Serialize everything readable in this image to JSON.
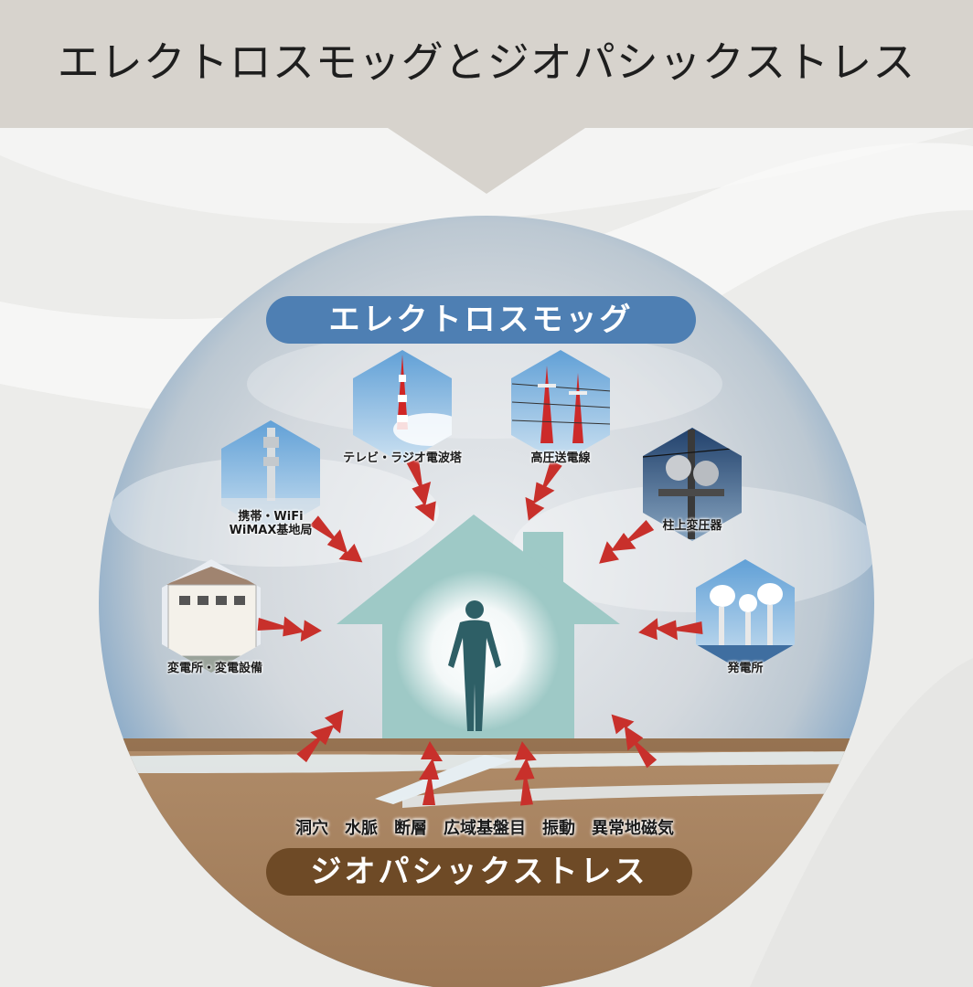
{
  "header": {
    "title": "エレクトロスモッグとジオパシックストレス"
  },
  "electrosmog": {
    "banner": "エレクトロスモッグ",
    "color": "#4e7fb3",
    "sources": [
      {
        "id": "mobile",
        "label": "携帯・WiFi\nWiMAX基地局"
      },
      {
        "id": "tv",
        "label": "テレビ・ラジオ電波塔"
      },
      {
        "id": "hv",
        "label": "高圧送電線"
      },
      {
        "id": "pole",
        "label": "柱上変圧器"
      },
      {
        "id": "substation",
        "label": "変電所・変電設備"
      },
      {
        "id": "plant",
        "label": "発電所"
      }
    ]
  },
  "geopathic": {
    "banner": "ジオパシックストレス",
    "color": "#6e4a26",
    "items": [
      "洞穴",
      "水脈",
      "断層",
      "広域基盤目",
      "振動",
      "異常地磁気"
    ]
  },
  "colors": {
    "arrow": "#c8302b",
    "house": "#9ec9c6",
    "person": "#2e5f66",
    "soil": "#a98562",
    "header_band": "#d7d3cd"
  }
}
